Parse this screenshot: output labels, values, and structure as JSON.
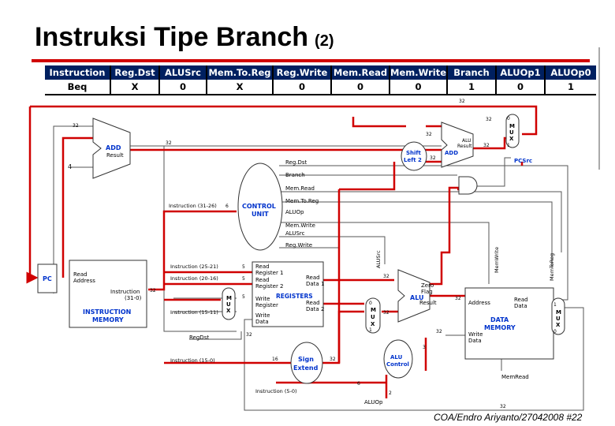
{
  "title": {
    "main": "Instruksi Tipe Branch",
    "sub": "(2)"
  },
  "table": {
    "headers": [
      "Instruction",
      "Reg.Dst",
      "ALUSrc",
      "Mem.To.Reg",
      "Reg.Write",
      "Mem.Read",
      "Mem.Write",
      "Branch",
      "ALUOp1",
      "ALUOp0"
    ],
    "values": [
      "Beq",
      "X",
      "0",
      "X",
      "0",
      "0",
      "0",
      "1",
      "0",
      "1"
    ]
  },
  "labels": {
    "pc": "PC",
    "read_address": "Read",
    "read_address2": "Address",
    "instruction_out": "Instruction",
    "instruction_bits": "(31-0)",
    "instruction_memory_1": "INSTRUCTION",
    "instruction_memory_2": "MEMORY",
    "add": "ADD",
    "result": "Result",
    "four": "4",
    "control_1": "CONTROL",
    "control_2": "UNIT",
    "regdst": "Reg.Dst",
    "branch": "Branch",
    "memread": "Mem.Read",
    "memtoreg": "Mem.To.Reg",
    "aluop": "ALUOp",
    "memwrite": "Mem.Write",
    "alusrc": "ALUSrc",
    "regwrite": "Reg.Write",
    "instr_31_26": "Instruction (31-26)",
    "instr_25_21": "Instruction (25-21)",
    "instr_20_16": "Instruction (20-16)",
    "instr_15_11": "Instruction (15-11)",
    "instr_15_0": "Instruction (15-0)",
    "instr_5_0": "Instruction (5-0)",
    "read_reg1_a": "Read",
    "read_reg1_b": "Register 1",
    "read_reg2_a": "Read",
    "read_reg2_b": "Register 2",
    "write_reg_a": "Write",
    "write_reg_b": "Register",
    "write_data_a": "Write",
    "write_data_b": "Data",
    "read_data1_a": "Read",
    "read_data1_b": "Data 1",
    "read_data2_a": "Read",
    "read_data2_b": "Data 2",
    "registers": "REGISTERS",
    "regdst_bottom": "RegDst",
    "mux": [
      "M",
      "U",
      "X"
    ],
    "zero": "Zero",
    "flag": "Flag",
    "alu": "ALU",
    "alu_result": "Result",
    "alu_label_small": "ALU",
    "alu_result_small": "Result",
    "add_small": "ADD",
    "shift_1": "Shift",
    "shift_2": "Left 2",
    "sign_1": "Sign",
    "sign_2": "Extend",
    "alu_control_1": "ALU",
    "alu_control_2": "Control",
    "address": "Address",
    "dm_read_1": "Read",
    "dm_read_2": "Data",
    "dm_write_1": "Write",
    "dm_write_2": "Data",
    "data_memory_1": "DATA",
    "data_memory_2": "MEMORY",
    "memread_bottom": "MemRead",
    "aluop_bottom": "ALUOp",
    "pcsrc": "PCSrc",
    "alusrc_vert": "ALUSrc",
    "memwrite_vert": "MemWrite",
    "memtoreg_vert": "MemToReg",
    "w32": "32",
    "w6": "6",
    "w5": "5",
    "w16": "16",
    "w3": "3",
    "w2": "2",
    "zero_in": "0",
    "one_in": "1"
  },
  "footer": "COA/Endro Ariyanto/27042008 #22",
  "colors": {
    "active": "#d00000",
    "inactive": "#000000",
    "header_bg": "#002060",
    "label_blue": "#0033cc"
  }
}
